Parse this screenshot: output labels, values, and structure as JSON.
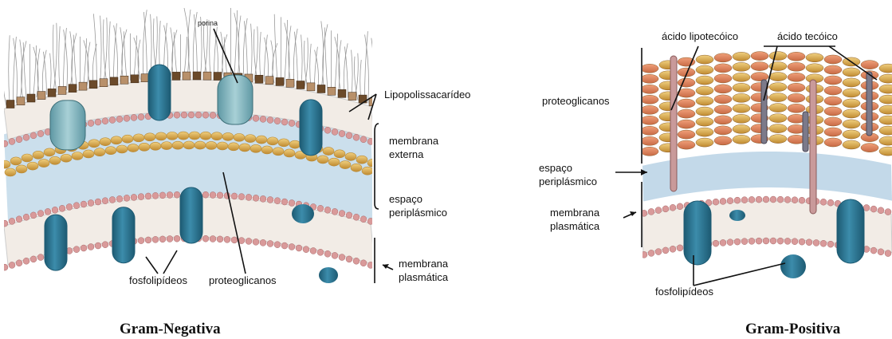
{
  "gram_negative": {
    "title": "Gram-Negativa",
    "labels": {
      "porina": "porina",
      "lipopolissacarideo": "Lipopolissacarídeo",
      "membrana_externa_1": "membrana",
      "membrana_externa_2": "externa",
      "espaco_1": "espaço",
      "espaco_2": "periplásmico",
      "membrana_plasmatica_1": "membrana",
      "membrana_plasmatica_2": "plasmática",
      "fosfolipideos": "fosfolipídeos",
      "proteoglicanos": "proteoglicanos"
    }
  },
  "gram_positive": {
    "title": "Gram-Positiva",
    "labels": {
      "acido_lipotecoico": "ácido lipotecóico",
      "acido_tecoico": "ácido tecóico",
      "proteoglicanos": "proteoglicanos",
      "espaco_1": "espaço",
      "espaco_2": "periplásmico",
      "membrana_plasmatica_1": "membrana",
      "membrana_plasmatica_2": "plasmática",
      "fosfolipideos": "fosfolipídeos"
    }
  },
  "colors": {
    "protein": "#2f7a96",
    "protein_dark": "#1d5a72",
    "porin": "#7fb3bd",
    "lipid_head": "#d99a9a",
    "periplasm": "#a9c9e0",
    "peptidoglycan": "#d8b25a",
    "peptidoglycan_dark": "#b98a35",
    "lps": "#6b4a2a",
    "lipoteichoic": "#c99a9a",
    "teichoic": "#7c7a8a"
  }
}
